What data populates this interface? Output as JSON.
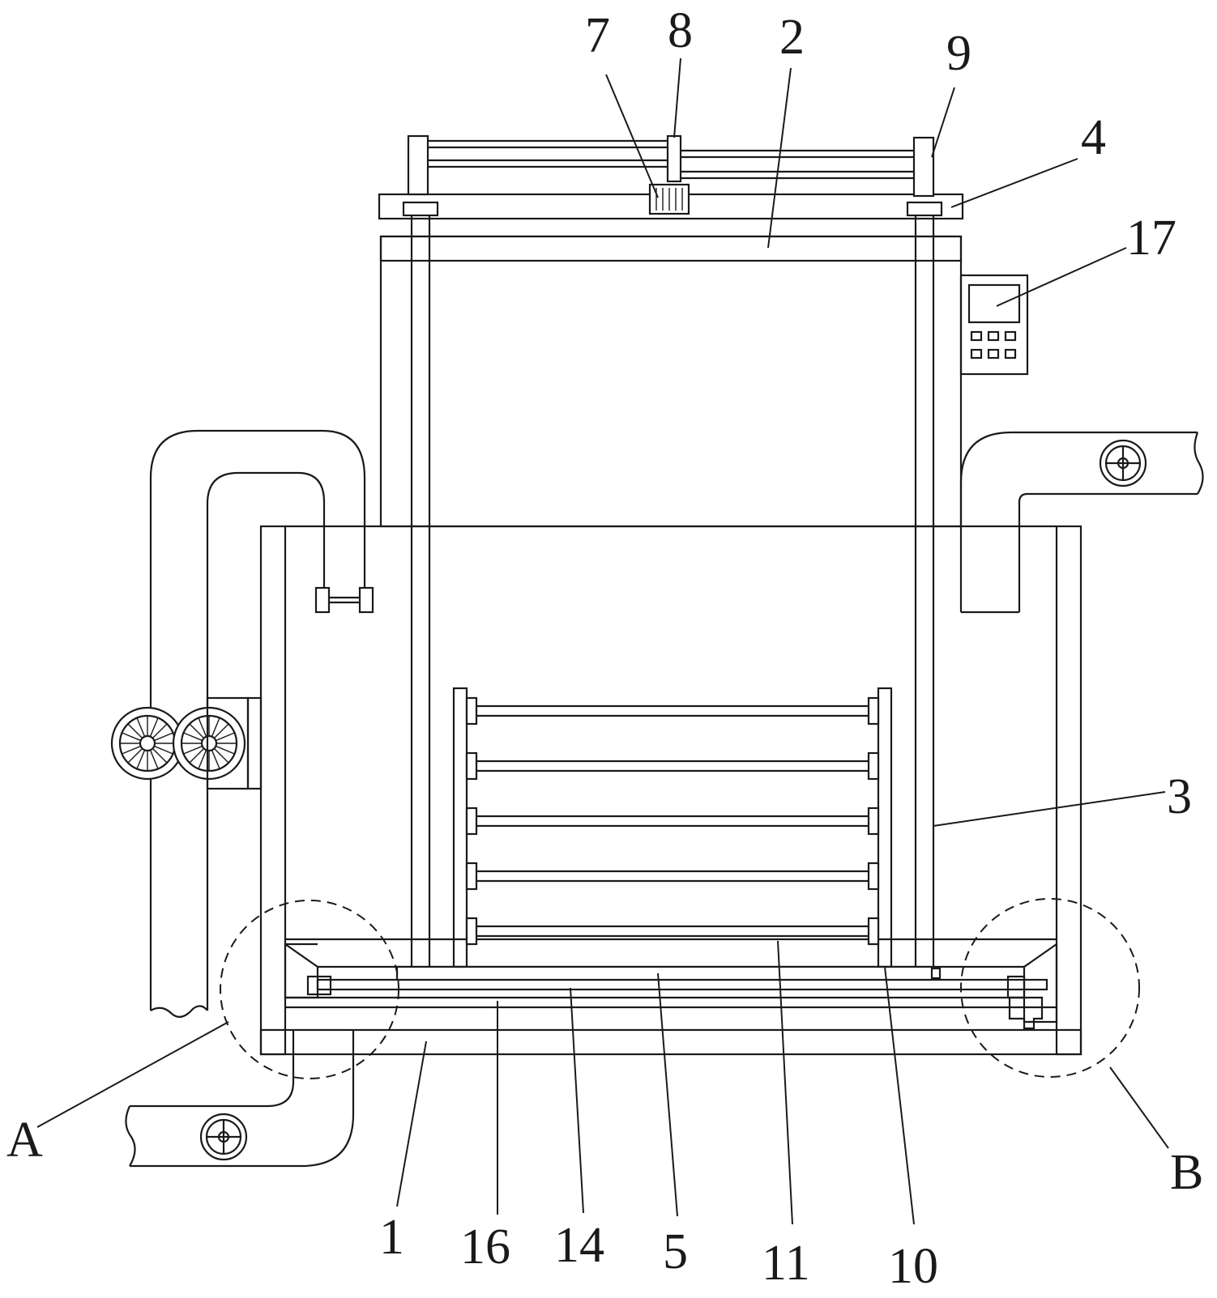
{
  "labels": {
    "l7": "7",
    "l8": "8",
    "l2": "2",
    "l9": "9",
    "l4": "4",
    "l17": "17",
    "l3": "3",
    "lA": "A",
    "lB": "B",
    "l1": "1",
    "l16": "16",
    "l14": "14",
    "l5": "5",
    "l11": "11",
    "l10": "10"
  },
  "colors": {
    "stroke": "#1a1a1a",
    "background": "#ffffff"
  }
}
